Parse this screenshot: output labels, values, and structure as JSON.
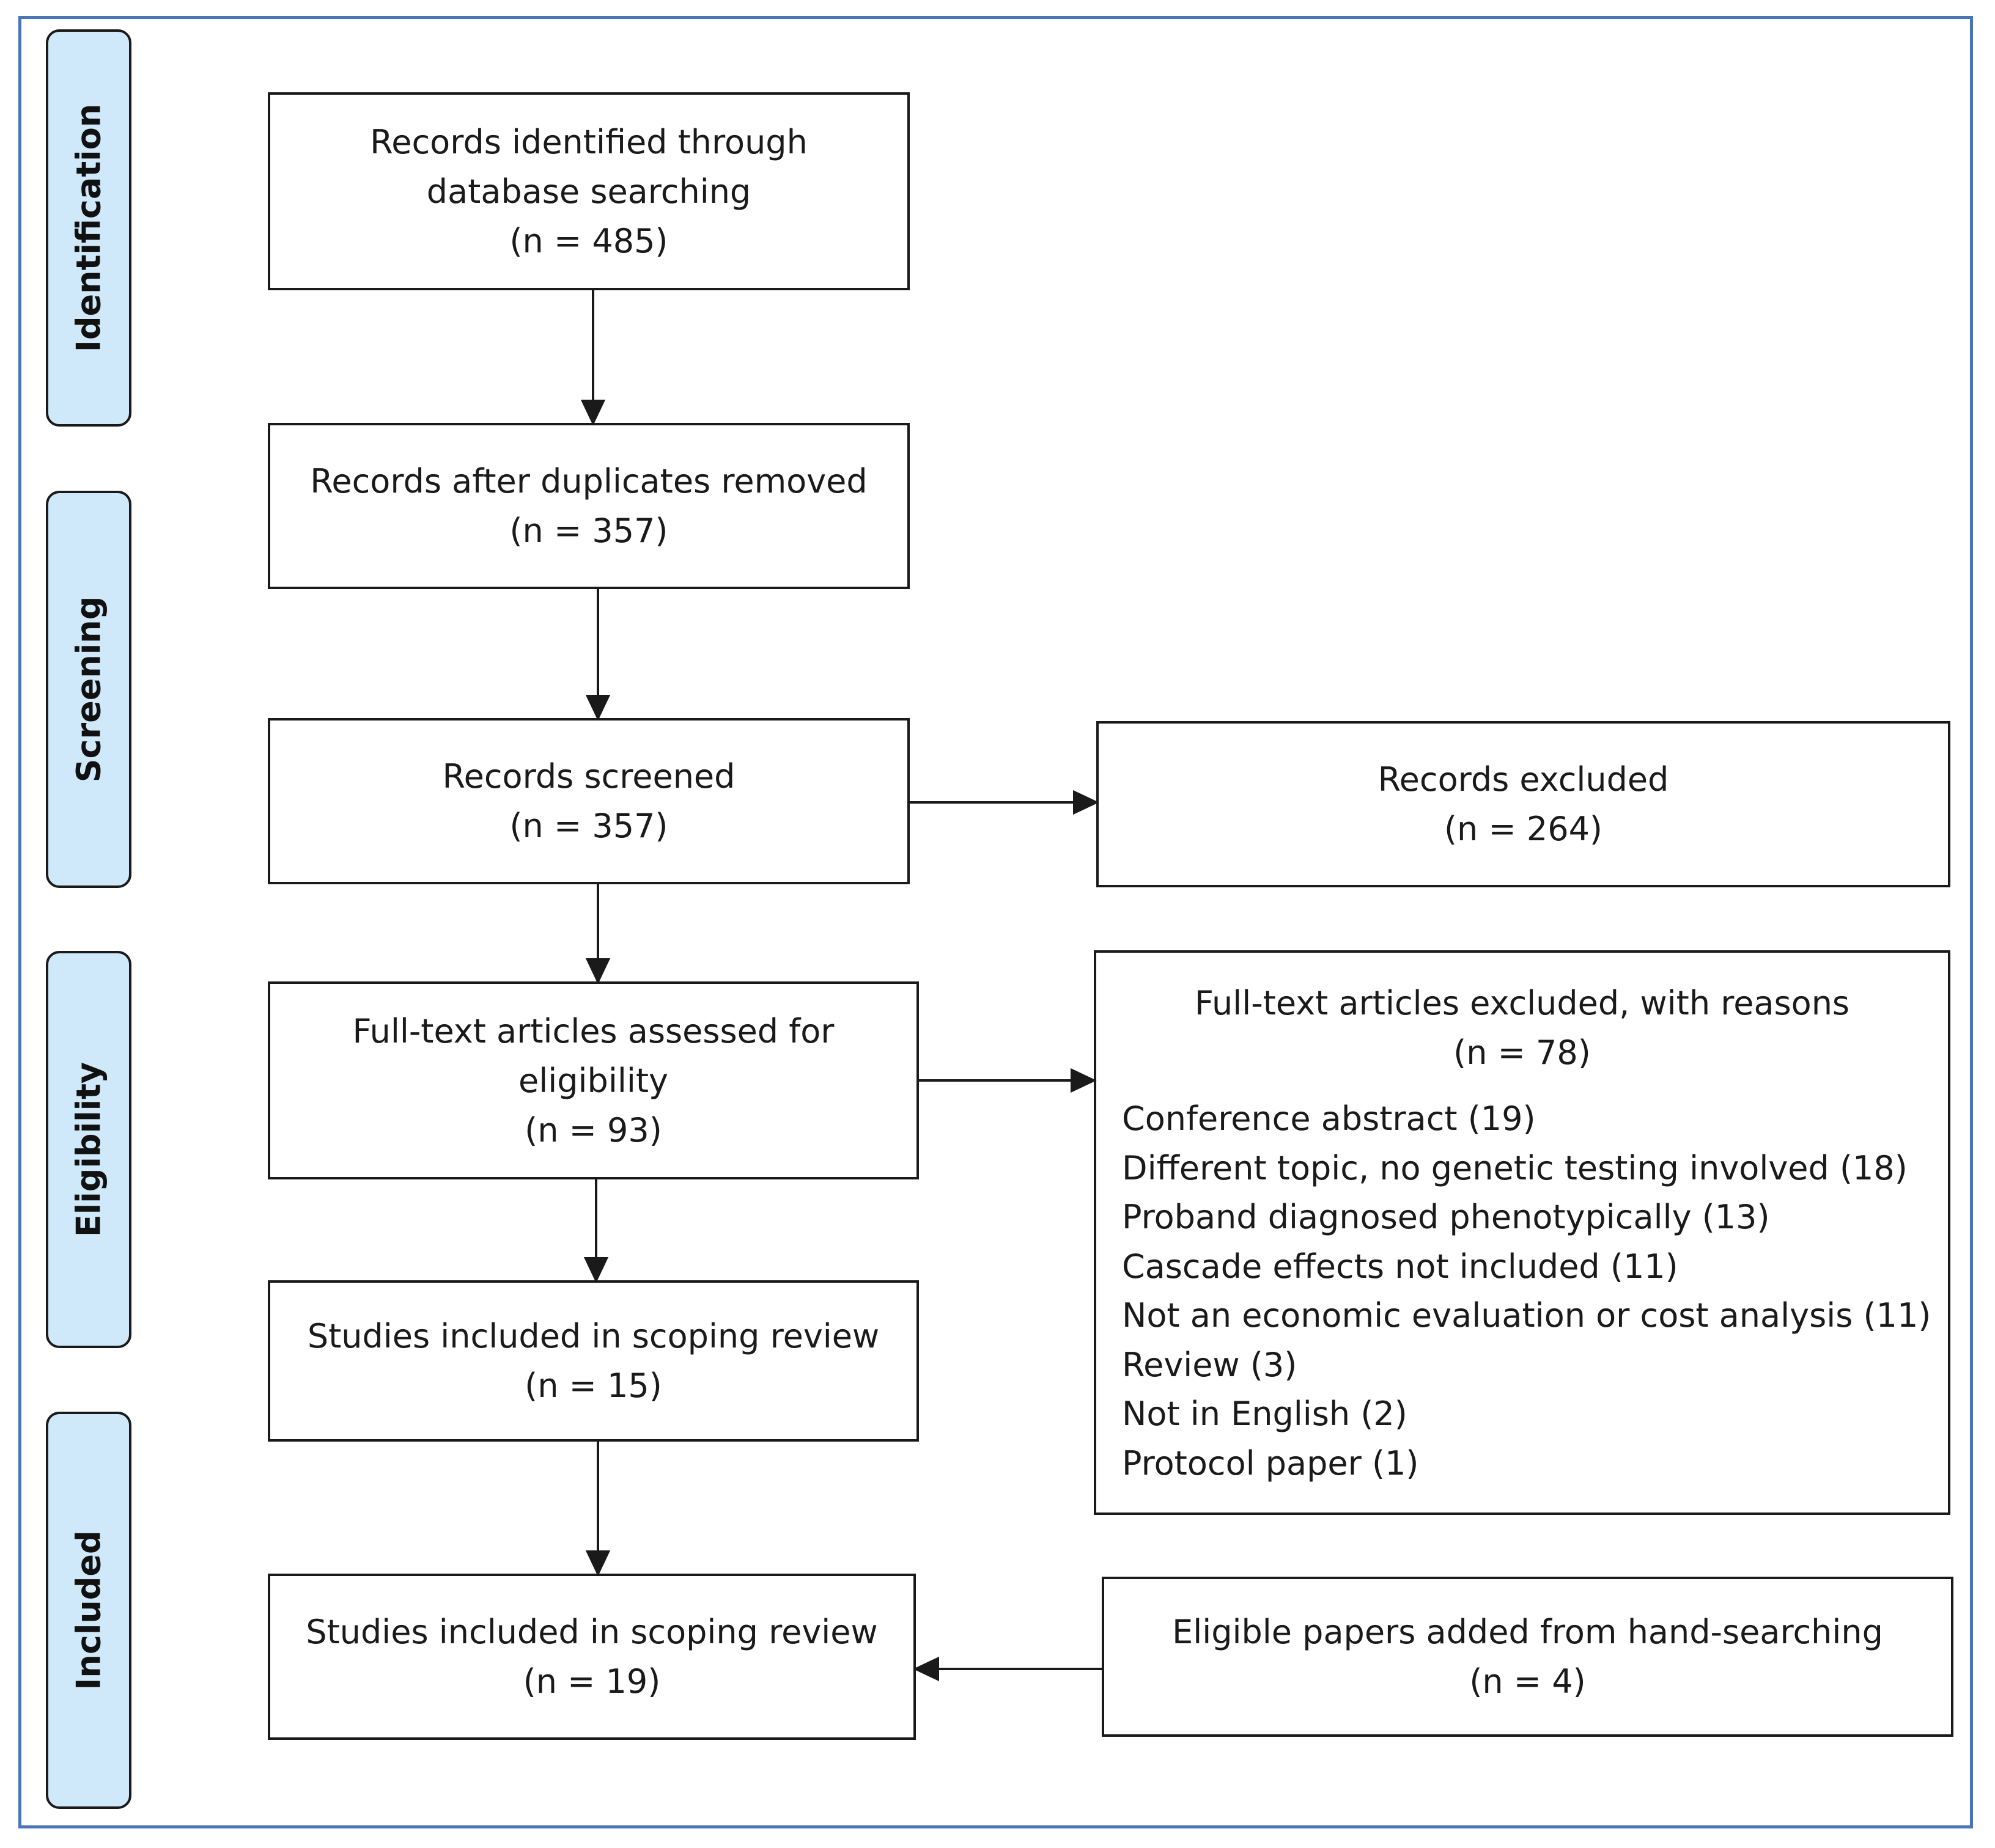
{
  "phases": {
    "identification": "Identification",
    "screening": "Screening",
    "eligibility": "Eligibility",
    "included": "Included"
  },
  "boxes": {
    "identified": {
      "line1": "Records identified through",
      "line2": "database searching",
      "count": "(n = 485)"
    },
    "after_duplicates": {
      "line1": "Records after duplicates removed",
      "count": "(n = 357)"
    },
    "screened": {
      "line1": "Records screened",
      "count": "(n = 357)"
    },
    "excluded": {
      "line1": "Records excluded",
      "count": "(n = 264)"
    },
    "fulltext_assessed": {
      "line1": "Full-text articles assessed for",
      "line2": "eligibility",
      "count": "(n = 93)"
    },
    "fulltext_excluded": {
      "line1": "Full-text articles excluded, with reasons",
      "count": "(n = 78)",
      "reasons": [
        "Conference abstract (19)",
        "Different topic, no genetic testing involved (18)",
        "Proband diagnosed phenotypically (13)",
        "Cascade effects not included (11)",
        "Not an economic evaluation or cost analysis (11)",
        "Review (3)",
        "Not in English (2)",
        "Protocol paper (1)"
      ]
    },
    "included_scoping_15": {
      "line1": "Studies included in scoping review",
      "count": "(n = 15)"
    },
    "included_scoping_19": {
      "line1": "Studies included in scoping review",
      "count": "(n = 19)"
    },
    "hand_searching": {
      "line1": "Eligible papers added from hand-searching",
      "count": "(n = 4)"
    }
  },
  "colors": {
    "frame": "#4a74b8",
    "phase_fill": "#cfe9fa",
    "stroke": "#1a1a1a"
  }
}
